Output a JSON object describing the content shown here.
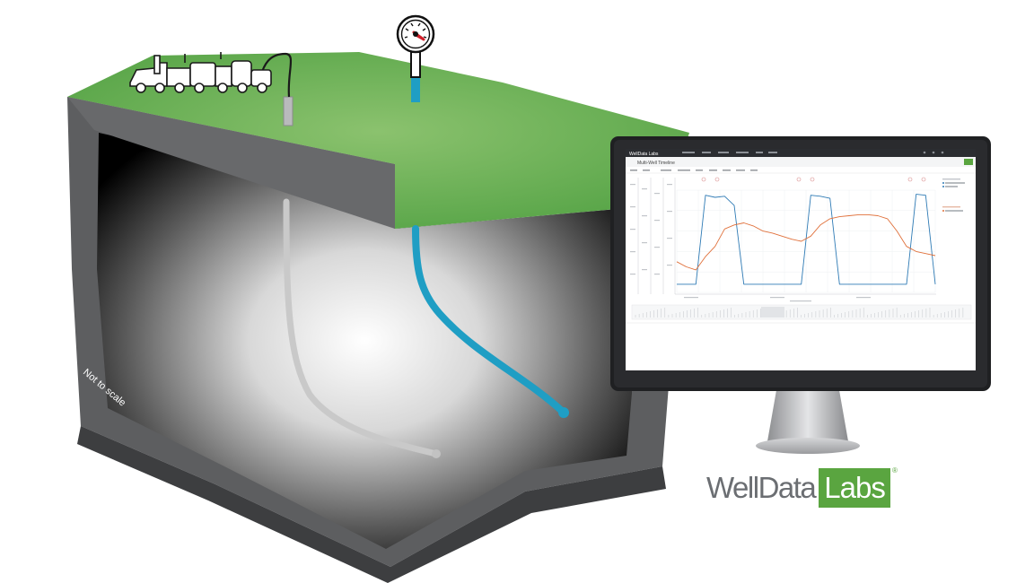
{
  "caption": "Not to scale",
  "monitor": {
    "brand": "WellData Labs",
    "page_title": "Multi-Well Timeline"
  },
  "logo": {
    "word1": "Well",
    "word2": "Data",
    "word3": "Labs",
    "registered": "®"
  },
  "colors": {
    "grass": "#58a548",
    "grass_light": "#8bc26e",
    "rock": "#5d5e60",
    "rock_dark": "#3d3e40",
    "well_active": "#1f9ec4",
    "well_offset": "#c9c9c9",
    "pressure_series": "#2f7bb5",
    "rate_series": "#e0703a",
    "brand_green": "#5aa540"
  },
  "chart_data": {
    "type": "line",
    "series": [
      {
        "values": [
          0.08,
          0.08,
          0.08,
          0.95,
          0.93,
          0.94,
          0.85,
          0.08,
          0.08,
          0.08,
          0.08,
          0.08,
          0.08,
          0.08,
          0.95,
          0.94,
          0.92,
          0.08,
          0.08,
          0.08,
          0.08,
          0.08,
          0.08,
          0.08,
          0.08,
          0.96,
          0.95,
          0.08
        ]
      },
      {
        "values": [
          0.3,
          0.25,
          0.22,
          0.35,
          0.45,
          0.62,
          0.66,
          0.68,
          0.65,
          0.6,
          0.58,
          0.55,
          0.52,
          0.5,
          0.55,
          0.66,
          0.72,
          0.74,
          0.75,
          0.76,
          0.76,
          0.75,
          0.72,
          0.6,
          0.45,
          0.4,
          0.38,
          0.36
        ]
      }
    ],
    "grid": true
  }
}
